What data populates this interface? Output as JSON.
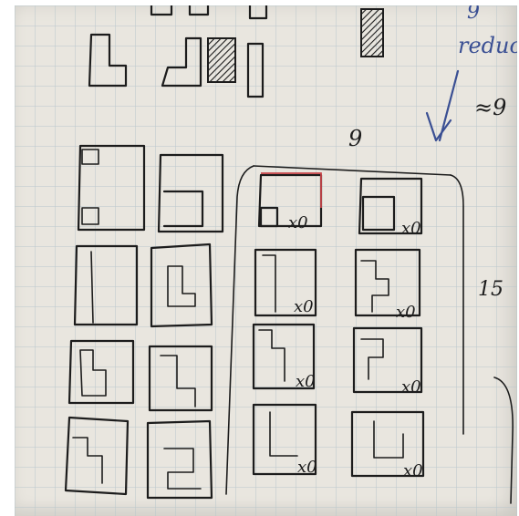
{
  "notebook": {
    "annotations": {
      "column_count": "9",
      "side_count": "15",
      "top_note": "reduc",
      "top_note_partial": "9",
      "approx_note": "≈9"
    },
    "grid_markers": {
      "shape_mark": "x0",
      "shape_mark_count": 8
    },
    "colors": {
      "paper": "#e9e6df",
      "grid_line": "#b9c7cc",
      "pencil": "#1c1c1c",
      "blue_pen": "#3a4f93",
      "red_pen": "#c8454a"
    }
  }
}
